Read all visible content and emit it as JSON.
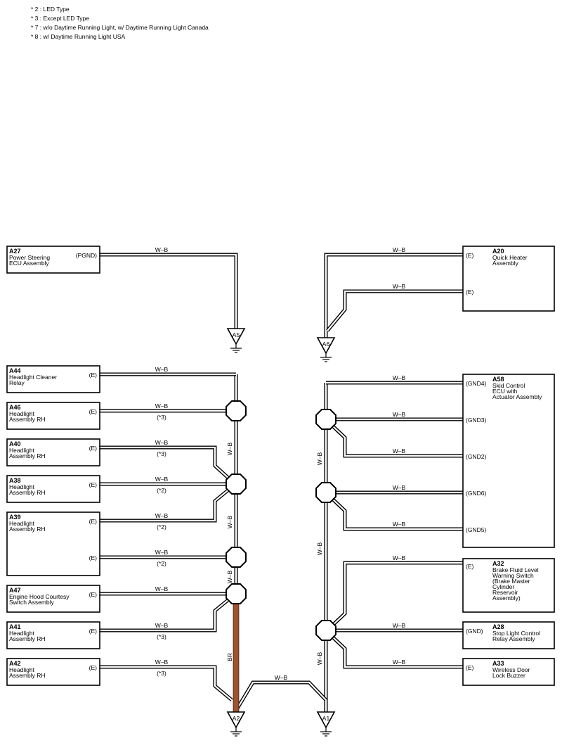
{
  "notes": [
    "* 2 : LED Type",
    "* 3 : Except LED Type",
    "* 7 : w/o Daytime Running Light,  w/ Daytime Running Light Canada",
    "* 8 : w/ Daytime Running Light USA"
  ],
  "wire_color": "W–B",
  "br_label": "BR",
  "colors": {
    "br_wire": "#a0522d",
    "wire": "#000000"
  },
  "grounds": {
    "A5": "A5",
    "A6": "A6",
    "A2": "A2",
    "A1": "A1"
  },
  "components": {
    "A27": {
      "code": "A27",
      "lines": [
        "Power Steering",
        "ECU Assembly"
      ],
      "pins": [
        "(PGND)"
      ]
    },
    "A20": {
      "code": "A20",
      "lines": [
        "Quick Heater",
        "Assembly"
      ],
      "pins": [
        "(E)",
        "(E)"
      ]
    },
    "A44": {
      "code": "A44",
      "lines": [
        "Headlight Cleaner",
        "Relay"
      ],
      "pins": [
        "(E)"
      ]
    },
    "A46": {
      "code": "A46",
      "lines": [
        "Headlight",
        "Assembly RH"
      ],
      "pins": [
        "(E)"
      ]
    },
    "A40": {
      "code": "A40",
      "lines": [
        "Headlight",
        "Assembly RH"
      ],
      "pins": [
        "(E)"
      ]
    },
    "A38": {
      "code": "A38",
      "lines": [
        "Headlight",
        "Assembly RH"
      ],
      "pins": [
        "(E)"
      ]
    },
    "A39": {
      "code": "A39",
      "lines": [
        "Headlight",
        "Assembly RH"
      ],
      "pins": [
        "(E)",
        "(E)"
      ]
    },
    "A47": {
      "code": "A47",
      "lines": [
        "Engine Hood Courtesy",
        "Switch Assembly"
      ],
      "pins": [
        "(E)"
      ]
    },
    "A41": {
      "code": "A41",
      "lines": [
        "Headlight",
        "Assembly RH"
      ],
      "pins": [
        "(E)"
      ]
    },
    "A42": {
      "code": "A42",
      "lines": [
        "Headlight",
        "Assembly RH"
      ],
      "pins": [
        "(E)"
      ]
    },
    "A58": {
      "code": "A58",
      "lines": [
        "Skid Control",
        "ECU with",
        "Actuator Assembly"
      ],
      "pins": [
        "(GND4)",
        "(GND3)",
        "(GND2)",
        "(GND6)",
        "(GND5)"
      ]
    },
    "A32": {
      "code": "A32",
      "lines": [
        "Brake Fluid Level",
        "Warning Switch",
        "(Brake Master",
        " Cylinder",
        " Reservoir",
        " Assembly)"
      ],
      "pins": [
        "(E)"
      ]
    },
    "A28": {
      "code": "A28",
      "lines": [
        "Stop Light Control",
        "Relay Assembly"
      ],
      "pins": [
        "(GND)"
      ]
    },
    "A33": {
      "code": "A33",
      "lines": [
        "Wireless Door",
        "Lock Buzzer"
      ],
      "pins": [
        "(E)"
      ]
    }
  },
  "variant_marks": {
    "a46": "(*3)",
    "a40": "(*3)",
    "a38": "(*2)",
    "a39a": "(*2)",
    "a39b": "(*2)",
    "a41": "(*3)",
    "a42": "(*3)"
  }
}
